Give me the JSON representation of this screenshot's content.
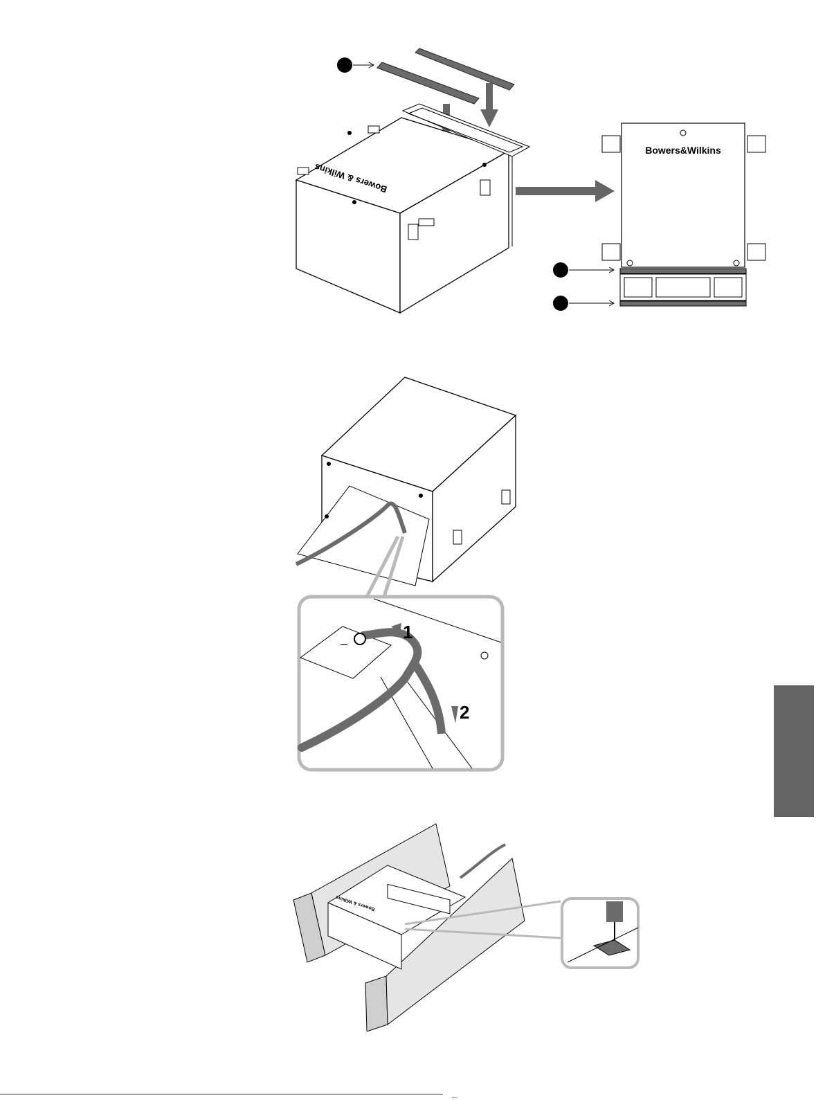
{
  "brand": {
    "name": "Bowers&Wilkins",
    "name_rotated": "Bowers & Wilkins"
  },
  "figure2": {
    "step1_label": "1",
    "step2_label": "2",
    "polarity_label": "–"
  },
  "colors": {
    "part_gray": "#6b6b6b",
    "callout_gray": "#b9b9b9",
    "side_tab": "#646464",
    "beam": "#cfcfcf"
  },
  "footer": {
    "text": "..."
  }
}
